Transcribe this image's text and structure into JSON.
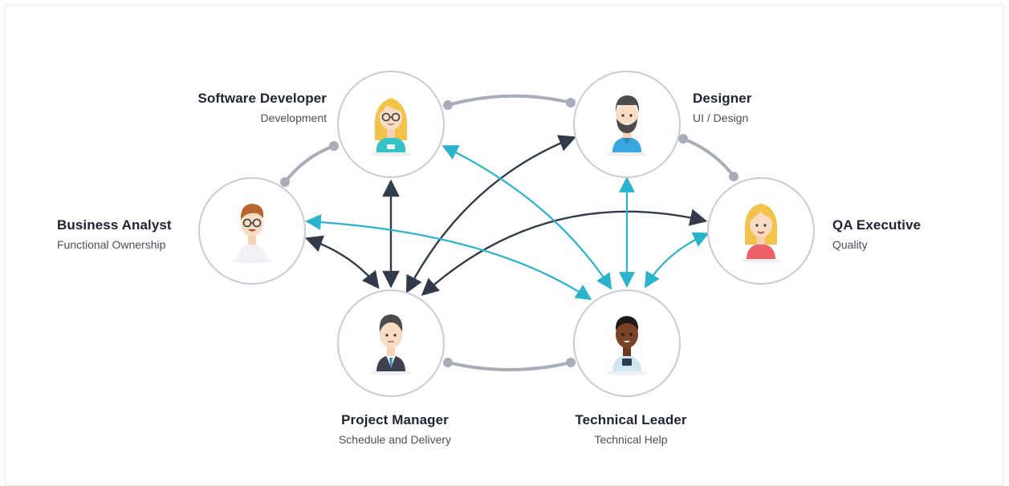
{
  "colors": {
    "circle_stroke": "#c9ccd6",
    "connector_gray": "#a9adba",
    "arrow_dark": "#323b4c",
    "arrow_teal": "#2ab3cc"
  },
  "roles": {
    "software_developer": {
      "name": "Software Developer",
      "role": "Development"
    },
    "designer": {
      "name": "Designer",
      "role": "UI / Design"
    },
    "business_analyst": {
      "name": "Business Analyst",
      "role": "Functional Ownership"
    },
    "qa_executive": {
      "name": "QA Executive",
      "role": "Quality"
    },
    "project_manager": {
      "name": "Project Manager",
      "role": "Schedule and Delivery"
    },
    "technical_leader": {
      "name": "Technical Leader",
      "role": "Technical Help"
    }
  }
}
